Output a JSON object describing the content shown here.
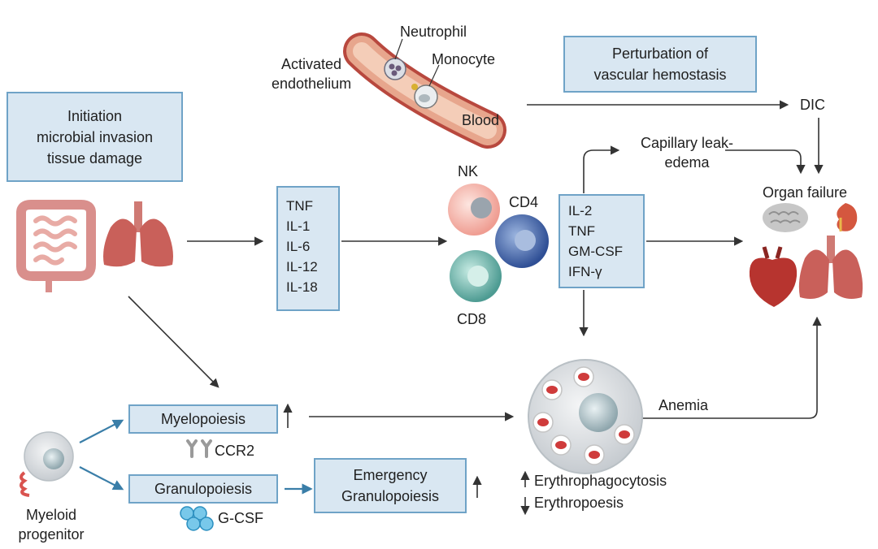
{
  "boxes": {
    "initiation": [
      "Initiation",
      "microbial invasion",
      "tissue damage"
    ],
    "perturbation": [
      "Perturbation of",
      "vascular hemostasis"
    ],
    "cytokines1": [
      "TNF",
      "IL-1",
      "IL-6",
      "IL-12",
      "IL-18"
    ],
    "cytokines2": [
      "IL-2",
      "TNF",
      "GM-CSF",
      "IFN-γ"
    ],
    "myelopoiesis": "Myelopoiesis",
    "granulopoiesis": "Granulopoiesis",
    "emergency": [
      "Emergency",
      "Granulopoiesis"
    ]
  },
  "labels": {
    "neutrophil": "Neutrophil",
    "monocyte": "Monocyte",
    "activated_endothelium": [
      "Activated",
      "endothelium"
    ],
    "blood": "Blood",
    "dic": "DIC",
    "capillary_leak": [
      "Capillary leak-",
      "edema"
    ],
    "organ_failure": "Organ failure",
    "nk": "NK",
    "cd4": "CD4",
    "cd8": "CD8",
    "anemia": "Anemia",
    "ccr2": "CCR2",
    "gcsf": "G-CSF",
    "myeloid_progenitor": [
      "Myeloid",
      "progenitor"
    ],
    "erythrophagocytosis": "Erythrophagocytosis",
    "erythropoesis": "Erythropoesis"
  },
  "colors": {
    "box_fill": "#d9e7f2",
    "box_border": "#6fa3c7",
    "arrow_dark": "#333333",
    "arrow_blue": "#3a7ea8",
    "organ_red": "#c9605a",
    "nk_pink": "#f3b3aa",
    "cd4_blue": "#3f64a8",
    "cd8_teal": "#58a8a0"
  }
}
